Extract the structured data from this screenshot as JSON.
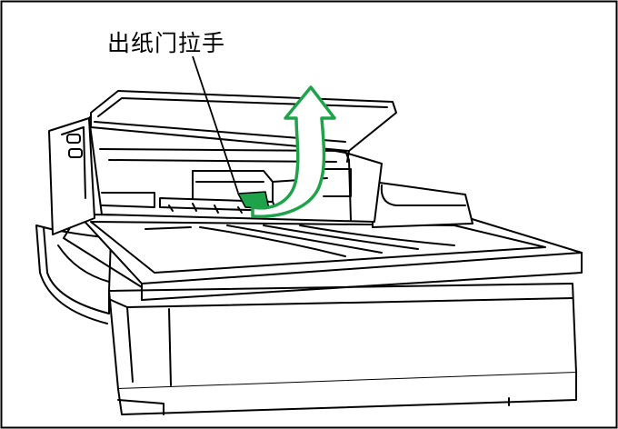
{
  "callout": {
    "label": "出纸门拉手"
  },
  "colors": {
    "arrow": "#1fa34a",
    "handle": "#1fa34a",
    "outline": "#000000",
    "background": "#ffffff"
  },
  "icons": {
    "arrow": "curved-up-arrow",
    "device": "scanner-illustration"
  }
}
